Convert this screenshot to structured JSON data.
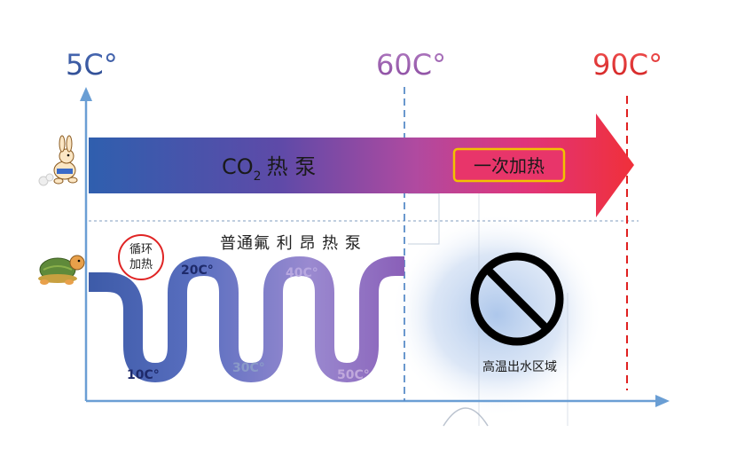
{
  "diagram": {
    "temp_labels": {
      "start": "5C°",
      "mid": "60C°",
      "end": "90C°"
    },
    "co2_band": {
      "label_main": "CO",
      "label_sub": "2",
      "label_rest": "热 泵"
    },
    "primary_heating": "一次加热",
    "freon_label": "普通氟 利 昂 热 泵",
    "cycle_badge": {
      "line1": "循环",
      "line2": "加热"
    },
    "wave_temps": {
      "t10": "10C°",
      "t20": "20C°",
      "t30": "30C°",
      "t40": "40C°",
      "t50": "50C°"
    },
    "high_temp_zone": "高温出水区域",
    "icons": {
      "fast": "rabbit-icon",
      "slow": "turtle-icon",
      "forbidden": "prohibited-icon"
    }
  }
}
